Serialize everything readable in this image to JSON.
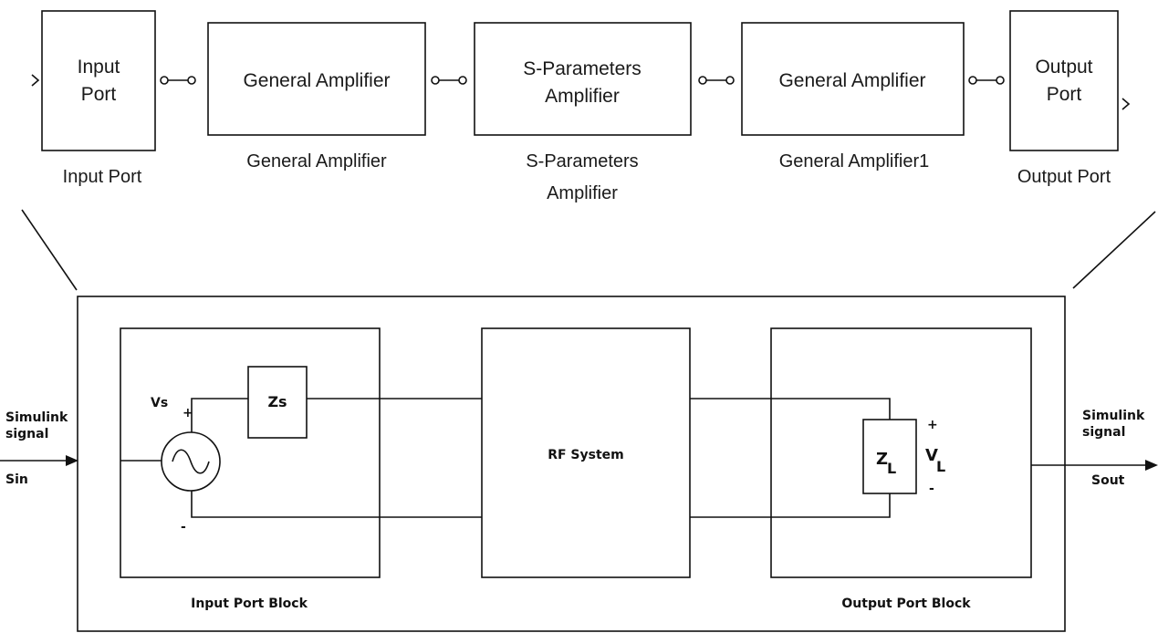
{
  "model": {
    "blocks": [
      {
        "id": "input-port",
        "title_lines": [
          "Input",
          "Port"
        ],
        "label": "Input Port"
      },
      {
        "id": "general-amplifier",
        "title_lines": [
          "General Amplifier"
        ],
        "label_lines": [
          "General Amplifier"
        ]
      },
      {
        "id": "s-parameters-amplifier",
        "title_lines": [
          "S-Parameters",
          "Amplifier"
        ],
        "label_lines": [
          "S-Parameters",
          "Amplifier"
        ]
      },
      {
        "id": "general-amplifier1",
        "title_lines": [
          "General Amplifier"
        ],
        "label_lines": [
          "General Amplifier1"
        ]
      },
      {
        "id": "output-port",
        "title_lines": [
          "Output",
          "Port"
        ],
        "label": "Output Port"
      }
    ]
  },
  "schematic": {
    "input_signal": {
      "line1": "Simulink",
      "line2": "signal",
      "name": "Sin"
    },
    "output_signal": {
      "line1": "Simulink",
      "line2": "signal",
      "name": "Sout"
    },
    "input_port_block": {
      "label": "Input Port Block",
      "source_label": "Vs",
      "plus": "+",
      "minus": "-",
      "impedance_label": "Zs"
    },
    "rf_system": {
      "label": "RF System"
    },
    "output_port_block": {
      "label": "Output Port Block",
      "load_label": "Z",
      "load_sub": "L",
      "voltage_label": "V",
      "voltage_sub": "L",
      "plus": "+",
      "minus": "-"
    }
  }
}
